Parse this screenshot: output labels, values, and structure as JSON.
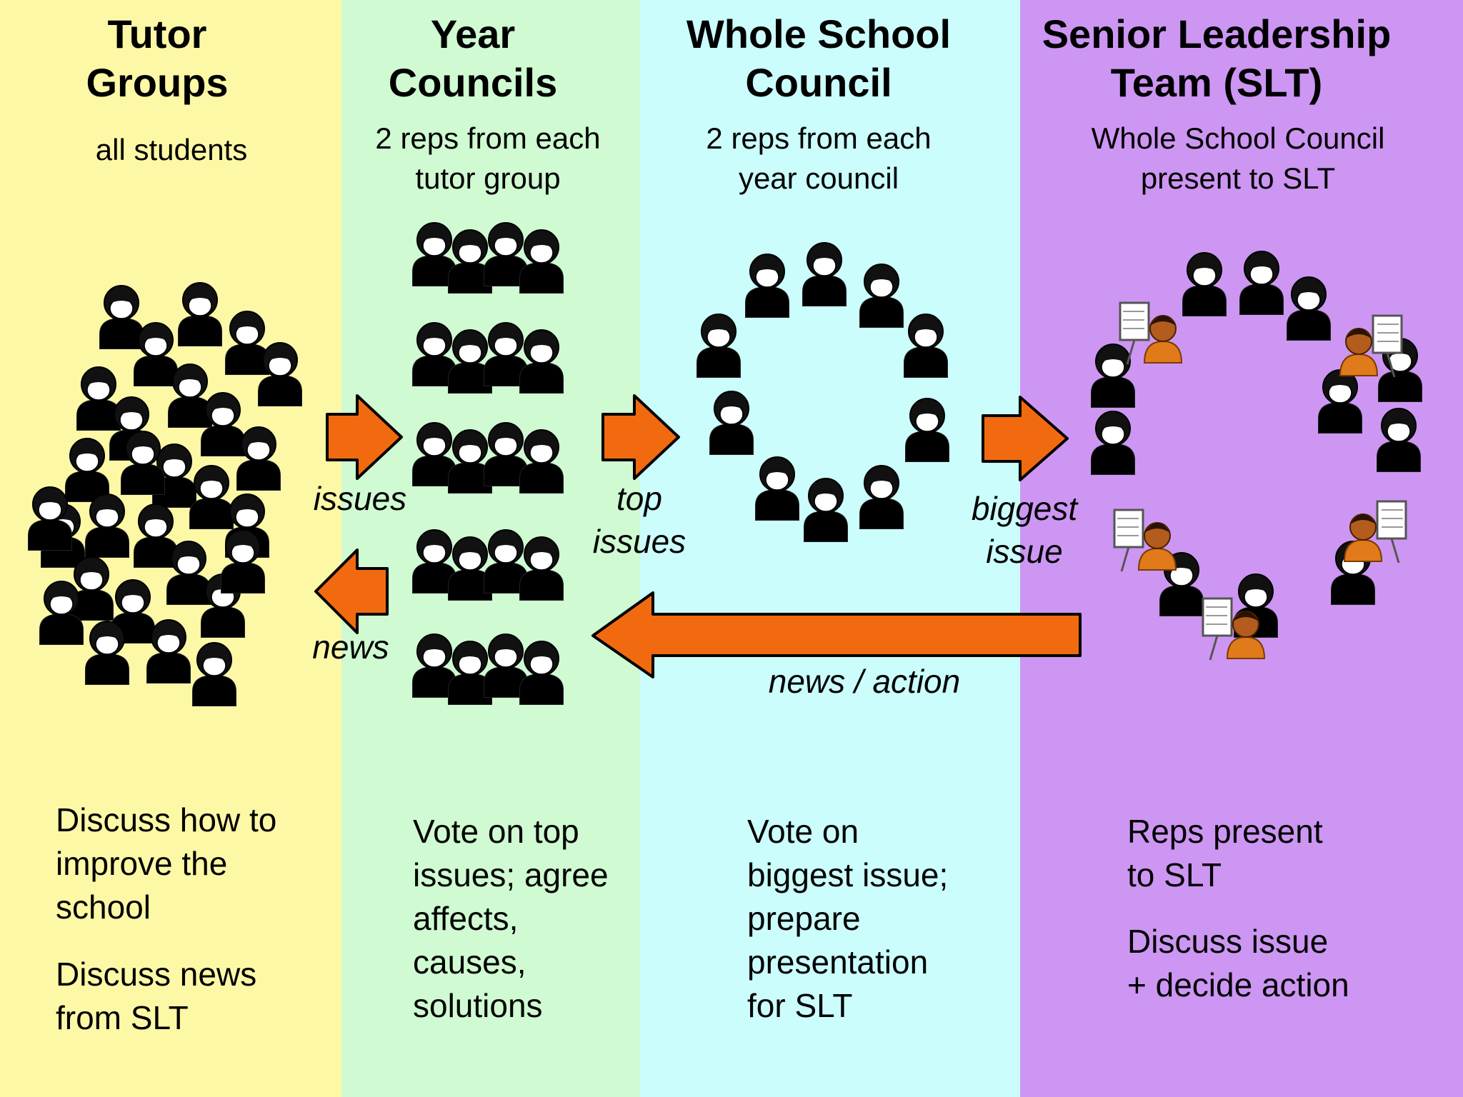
{
  "columns": [
    {
      "title": "Tutor\nGroups",
      "subtitle": "all students",
      "description": [
        "Discuss how to\nimprove the\nschool",
        "Discuss news\nfrom SLT"
      ]
    },
    {
      "title": "Year\nCouncils",
      "subtitle": "2 reps from each\ntutor group",
      "description": [
        "Vote on top\nissues; agree\naffects,\ncauses,\nsolutions"
      ]
    },
    {
      "title": "Whole School\nCouncil",
      "subtitle": "2 reps from each\nyear council",
      "description": [
        "Vote on\nbiggest issue;\nprepare\npresentation\nfor SLT"
      ]
    },
    {
      "title": "Senior Leadership\nTeam (SLT)",
      "subtitle": "Whole School Council\npresent to SLT",
      "description": [
        "Reps present\nto SLT",
        "Discuss issue\n+ decide action"
      ]
    }
  ],
  "flow_labels": {
    "issues": "issues",
    "news": "news",
    "top_issues": "top\nissues",
    "biggest_issue": "biggest\nissue",
    "news_action": "news / action"
  },
  "colors": {
    "tutor_bg": "#fdf8a6",
    "year_bg": "#cffad2",
    "whole_bg": "#cbfdfc",
    "slt_bg": "#cd96f3",
    "arrow": "#f26a0f",
    "people": [
      "#ff33cc",
      "#33dddd",
      "#33dd33",
      "#ee1111",
      "#ffee00"
    ]
  },
  "icons": [
    "student-figure-icon",
    "teacher-presenting-icon",
    "arrow-right-icon",
    "arrow-left-icon"
  ]
}
